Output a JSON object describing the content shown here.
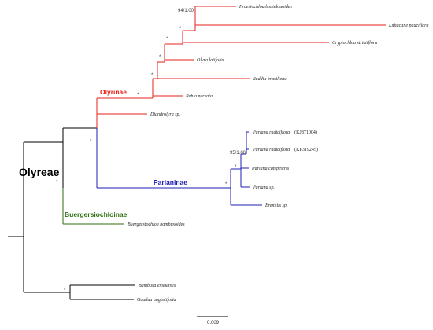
{
  "colors": {
    "backbone": "#000000",
    "olyrinae": "#e8221a",
    "parianinae": "#1c1cb4",
    "buergersiochloinae": "#2e6e12"
  },
  "clades": {
    "olyreae": "Olyreae",
    "olyrinae": "Olyrinae",
    "parianinae": "Parianinae",
    "buergersiochloinae": "Buergersiochloinae"
  },
  "taxa": {
    "froesiochloa": "Froesiochloa boutelouoides",
    "lithachne": "Lithachne pauciflora",
    "cryptochloa": "Cryptochloa strictiflora",
    "olyra": "Olyra latifolia",
    "raddia": "Raddia brasiliensi",
    "rehia": "Rehia nervata",
    "diandrolyra": "Diandrolyra sp.",
    "pariana1_name": "Pariana radiciflora",
    "pariana1_acc": "(KJ871004)",
    "pariana2_name": "Pariana radiciflora",
    "pariana2_acc": "(KP319245)",
    "pariana_campestris": "Pariana campestris",
    "pariana_sp": "Pariana sp.",
    "eremitis": "Eremitis sp.",
    "buergersiochloa": "Buergersiochloa bambusoides",
    "bambusa": "Bambusa emeiensis",
    "guadua": "Guadua angustifolia"
  },
  "support": {
    "star": "*",
    "froesiochloa_lithachne": "94/1.00",
    "pariana_radiciflora": "95/1.00"
  },
  "scale_bar": {
    "label": "0.009"
  }
}
